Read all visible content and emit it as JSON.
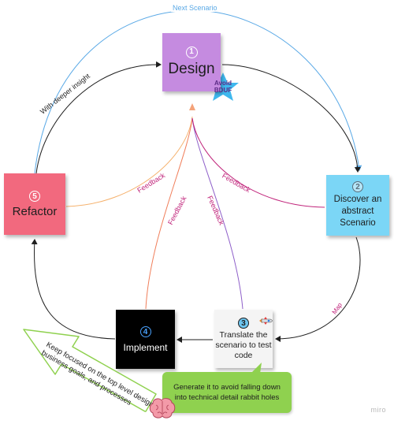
{
  "nodes": {
    "design": {
      "number": "1",
      "title": "Design",
      "star_label": "Avoid\nBDUF"
    },
    "discover": {
      "number": "2",
      "title": "Discover an abstract Scenario"
    },
    "translate": {
      "number": "3",
      "title": "Translate the scenario to test code"
    },
    "implement": {
      "number": "4",
      "title": "Implement"
    },
    "refactor": {
      "number": "5",
      "title": "Refactor"
    }
  },
  "edges": {
    "next_scenario": "Next Scenario",
    "with_deeper_insight": "With deeper insight",
    "feedback": "Feedback",
    "map": "Map"
  },
  "callout": {
    "text": "Generate it to avoid falling down into technical detail rabbit holes"
  },
  "arrow_note": {
    "text": "Keep focused on the top level design, business goals, and processes"
  },
  "watermark": "miro",
  "colors": {
    "design": "#c58be0",
    "discover": "#7bd6f6",
    "translate": "#f4f4f4",
    "implement": "#000000",
    "refactor": "#f2697e",
    "callout": "#8fd14f",
    "star": "#3fb8ee",
    "next_scenario_line": "#5aa9e6",
    "feedback_label": "#c0237a"
  },
  "icons": {
    "rocket": "rocket-icon",
    "brain": "brain-icon",
    "star": "star-shape"
  }
}
